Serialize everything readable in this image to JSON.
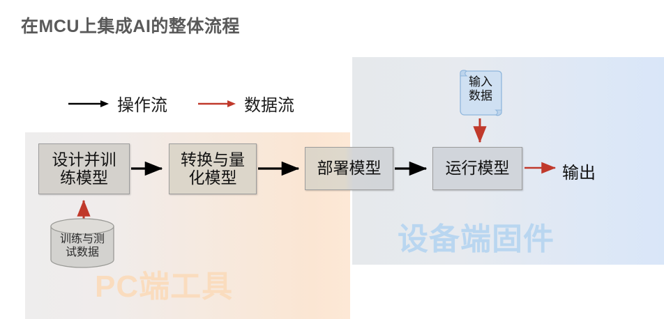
{
  "title": "在MCU上集成AI的整体流程",
  "legend": {
    "items": [
      {
        "label": "操作流",
        "color": "#000000",
        "icon": "black-arrow-icon"
      },
      {
        "label": "数据流",
        "color": "#c0392b",
        "icon": "red-arrow-icon"
      }
    ]
  },
  "zones": [
    {
      "id": "pc",
      "label": "PC端工具",
      "color": "#fadcbe"
    },
    {
      "id": "device",
      "label": "设备端固件",
      "color": "#b9d6f0"
    }
  ],
  "nodes": {
    "train_model": {
      "line1": "设计并训",
      "line2": "练模型",
      "full": "设计并训练模型",
      "shape": "rectangle"
    },
    "convert_quantize": {
      "line1": "转换与量",
      "line2": "化模型",
      "full": "转换与量化模型",
      "shape": "rectangle"
    },
    "deploy_model": {
      "line1": "部署模型",
      "line2": "",
      "full": "部署模型",
      "shape": "rectangle"
    },
    "run_model": {
      "line1": "运行模型",
      "line2": "",
      "full": "运行模型",
      "shape": "rectangle"
    },
    "input_data": {
      "line1": "输入",
      "line2": "数据",
      "full": "输入数据",
      "shape": "document"
    },
    "train_test_data": {
      "line1": "训练与测",
      "line2": "试数据",
      "full": "训练与测试数据",
      "shape": "cylinder"
    },
    "output": {
      "full": "输出",
      "shape": "text"
    }
  },
  "colors": {
    "operation_flow": "#000000",
    "data_flow": "#c0392b",
    "title": "#595959",
    "pc_zone_start": "#eeeded",
    "pc_zone_end": "#fde8d6",
    "device_zone_start": "#e6e9ec",
    "device_zone_end": "#d9e6f8"
  }
}
